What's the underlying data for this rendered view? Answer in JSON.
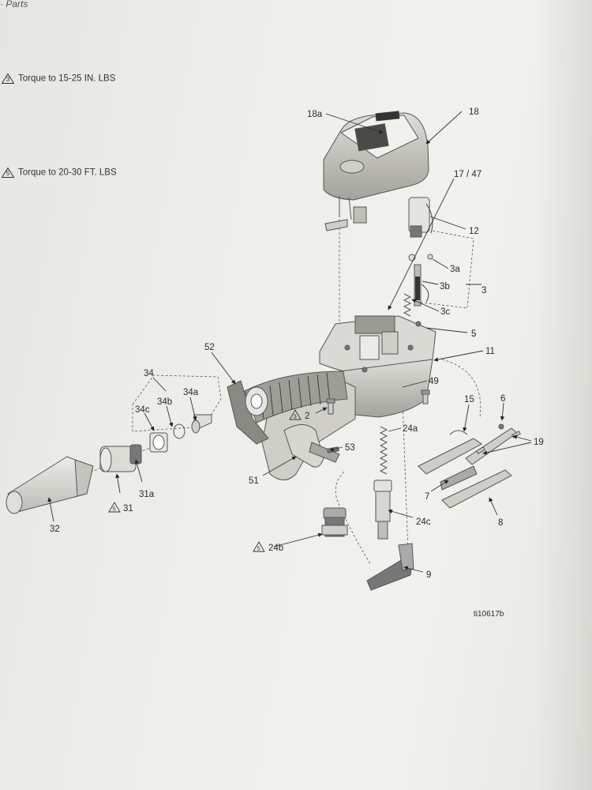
{
  "header": {
    "section": "Parts"
  },
  "notes": [
    {
      "marker": "3",
      "text": "Torque to 15-25 IN. LBS"
    },
    {
      "marker": "5",
      "text": "Torque to 20-30 FT. LBS"
    }
  ],
  "diagram": {
    "drawing_id": "ti10617b",
    "callouts": {
      "c18a": "18a",
      "c18": "18",
      "c1747": "17 / 47",
      "c12": "12",
      "c3a": "3a",
      "c3b": "3b",
      "c3": "3",
      "c3c": "3c",
      "c5": "5",
      "c11": "11",
      "c49": "49",
      "c52": "52",
      "c34": "34",
      "c34a": "34a",
      "c34b": "34b",
      "c34c": "34c",
      "c2": "2",
      "c2t": "3",
      "c24a": "24a",
      "c15": "15",
      "c6": "6",
      "c19": "19",
      "c53": "53",
      "c51": "51",
      "c7": "7",
      "c8": "8",
      "c24c": "24c",
      "c24b": "24b",
      "c24bt": "5",
      "c9": "9",
      "c31a": "31a",
      "c31": "31",
      "c31t": "5",
      "c32": "32"
    }
  },
  "colors": {
    "paper": "#eeeeea",
    "ink": "#2b2b2b",
    "part_fill": "#d8d8d2",
    "part_shadow": "#a9a9a1"
  }
}
